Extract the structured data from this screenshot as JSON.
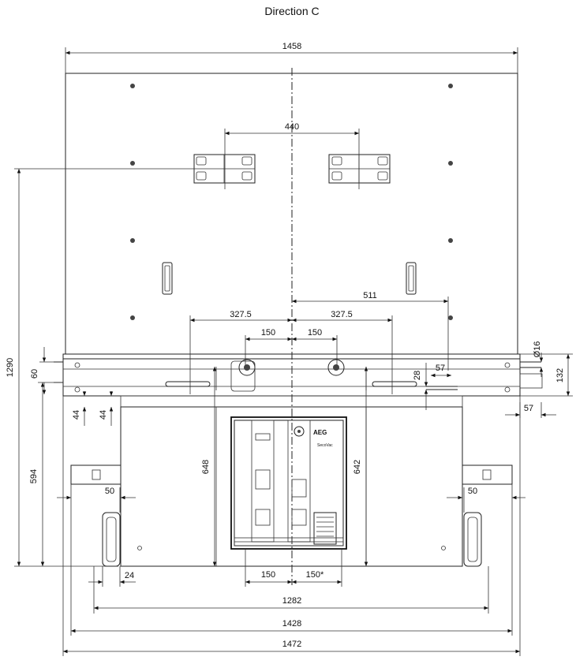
{
  "title": "Direction C",
  "dimensions": {
    "d1458": "1458",
    "d440": "440",
    "d511": "511",
    "d327_5_left": "327.5",
    "d327_5_right": "327.5",
    "d150_left_top": "150",
    "d150_right_top": "150",
    "d16": "Ø16",
    "d132": "132",
    "d28": "28",
    "d57_top": "57",
    "d57_right": "57",
    "d1290": "1290",
    "d60": "60",
    "d44_left": "44",
    "d44_right": "44",
    "d594": "594",
    "d648": "648",
    "d642": "642",
    "d50_left": "50",
    "d50_right": "50",
    "d24": "24",
    "d150_bottom": "150",
    "d150_star": "150*",
    "d1282": "1282",
    "d1428": "1428",
    "d1472": "1472"
  },
  "breaker": {
    "brand": "AEG",
    "model": "SecoVac"
  }
}
